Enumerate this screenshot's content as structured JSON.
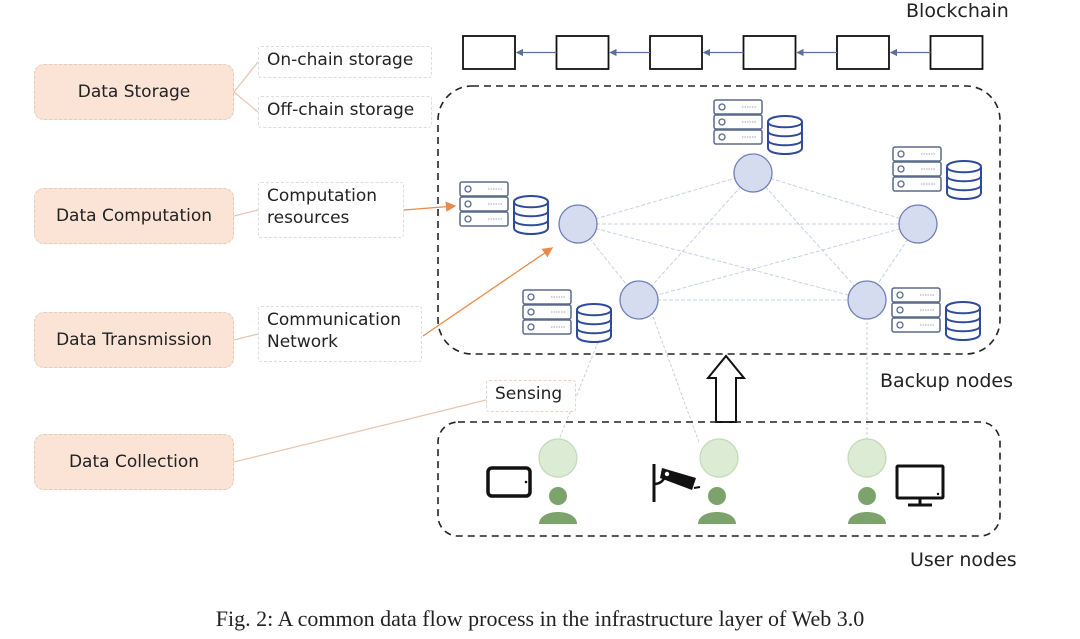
{
  "stages": [
    {
      "label": "Data Storage"
    },
    {
      "label": "Data Computation"
    },
    {
      "label": "Data Transmission"
    },
    {
      "label": "Data Collection"
    }
  ],
  "sub_items": {
    "on_chain": "On-chain storage",
    "off_chain": "Off-chain storage",
    "computation_line1": "Computation",
    "computation_line2": "resources",
    "communication_line1": "Communication",
    "communication_line2": "Network",
    "sensing": "Sensing"
  },
  "labels": {
    "blockchain": "Blockchain",
    "backup_nodes": "Backup nodes",
    "user_nodes": "User nodes"
  },
  "blockchain": {
    "block_count": 6,
    "link_direction": "right-to-left"
  },
  "backup_network": {
    "node_count": 5,
    "topology": "full-mesh"
  },
  "user_nodes": [
    {
      "device": "tablet-icon"
    },
    {
      "device": "surveillance-camera-icon"
    },
    {
      "device": "monitor-icon"
    }
  ],
  "colors": {
    "stage_fill": "#fbe3d6",
    "stage_border": "#e7c9b8",
    "backup_node_fill": "#d6dcef",
    "backup_node_stroke": "#6f7fb8",
    "user_node_fill": "#dcebd3",
    "user_avatar": "#7ba36b",
    "arrow_orange": "#e98a4a",
    "server_stroke": "#5a6a8a",
    "database_stroke": "#2f4a9a"
  },
  "caption": "Fig. 2: A common data flow process in the infrastructure layer of Web 3.0"
}
